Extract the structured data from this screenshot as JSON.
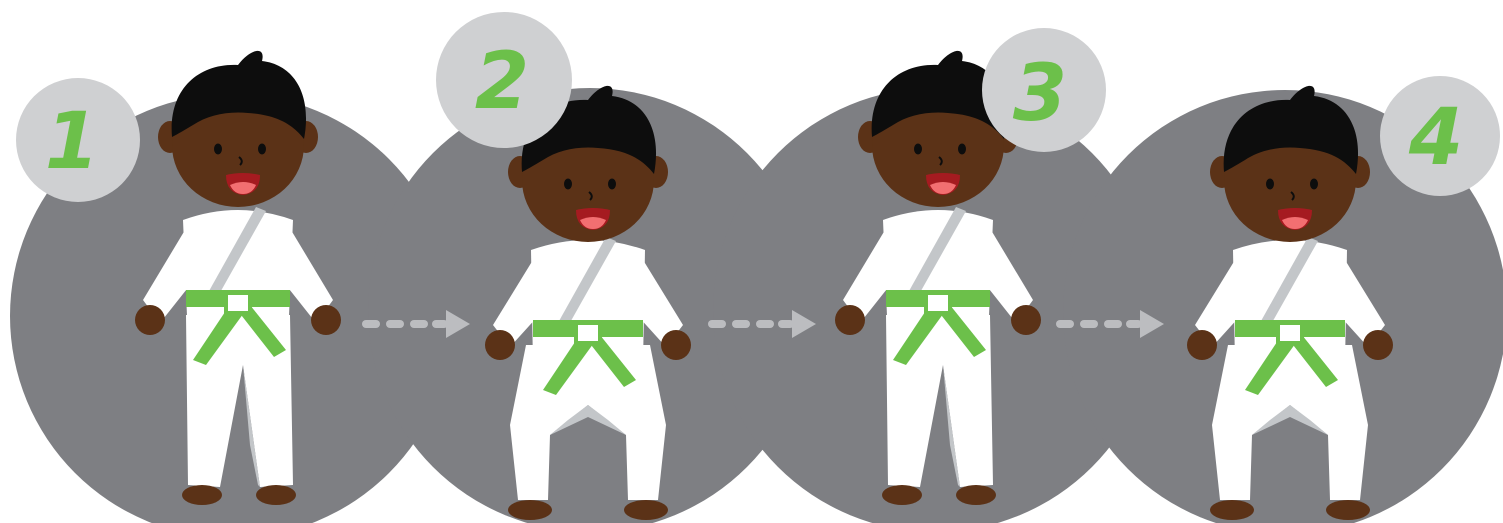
{
  "steps": [
    {
      "number": "1",
      "stance": "standing"
    },
    {
      "number": "2",
      "stance": "horse"
    },
    {
      "number": "3",
      "stance": "standing"
    },
    {
      "number": "4",
      "stance": "horse"
    }
  ],
  "colors": {
    "background": "#ffffff",
    "circle": "#7e7f83",
    "badge": "#cfd0d2",
    "number": "#6cc04a",
    "arrow": "#bcbdc0",
    "skin": "#5b3217",
    "hair": "#0d0d0d",
    "gi": "#ffffff",
    "gi_shadow": "#c3c6c9",
    "belt": "#6cc04a",
    "mouth": "#a51b20",
    "tongue": "#f26f71"
  }
}
